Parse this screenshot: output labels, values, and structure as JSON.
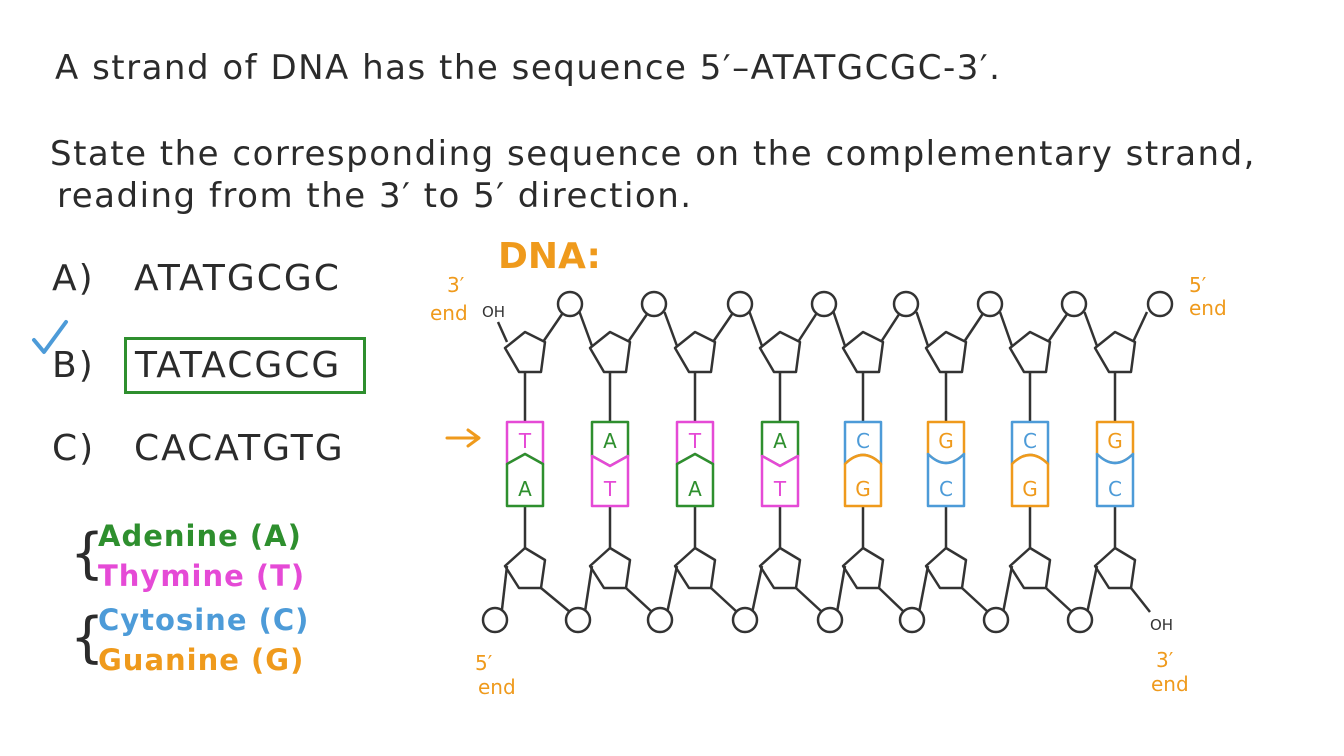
{
  "question": {
    "line1": "A strand of DNA has the sequence 5′–ATATGCGC-3′.",
    "line2": "State the corresponding sequence on the complementary strand,",
    "line3": "reading from the 3′ to 5′ direction."
  },
  "options": [
    {
      "letter": "A)",
      "text": "ATATGCGC",
      "selected": false
    },
    {
      "letter": "B)",
      "text": "TATACGCG",
      "selected": true
    },
    {
      "letter": "C)",
      "text": "CACATGTG",
      "selected": false
    }
  ],
  "legend": [
    {
      "label": "Adenine (A)",
      "color": "#2e8f2e"
    },
    {
      "label": "Thymine (T)",
      "color": "#e54ad6"
    },
    {
      "label": "Cytosine (C)",
      "color": "#4d9bd8"
    },
    {
      "label": "Guanine (G)",
      "color": "#ef9a1c"
    }
  ],
  "diagram": {
    "title": "DNA:",
    "top_left_prime": "3′",
    "top_left_end": "end",
    "top_oh": "OH",
    "top_right_prime": "5′",
    "top_right_end": "end",
    "bottom_left_prime": "5′",
    "bottom_left_end": "end",
    "bottom_oh": "OH",
    "bottom_right_prime": "3′",
    "bottom_right_end": "end",
    "top_bases": [
      "T",
      "A",
      "T",
      "A",
      "C",
      "G",
      "C",
      "G"
    ],
    "bottom_bases": [
      "A",
      "T",
      "A",
      "T",
      "G",
      "C",
      "G",
      "C"
    ],
    "colors": {
      "A": "#2e8f2e",
      "T": "#e54ad6",
      "C": "#4d9bd8",
      "G": "#ef9a1c",
      "label": "#ef9a1c",
      "ink": "#333333",
      "check": "#4d9bd8",
      "answer_box": "#2e8f2e"
    }
  }
}
